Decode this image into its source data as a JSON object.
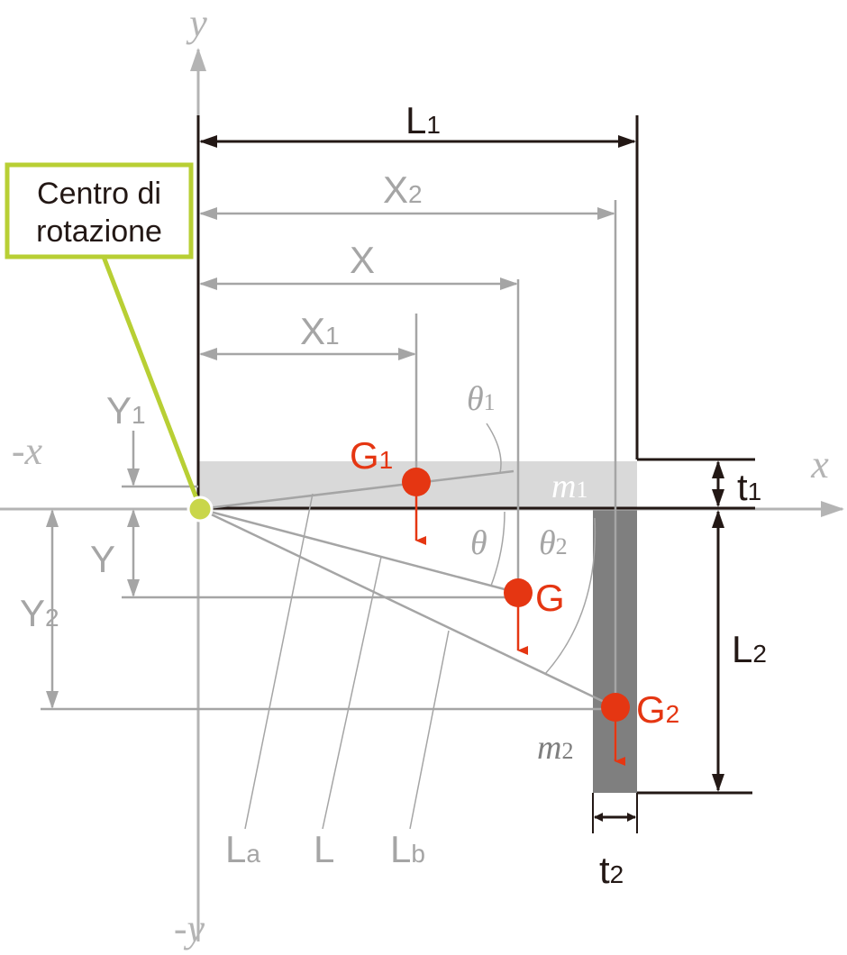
{
  "title_box": {
    "line1": "Centro di",
    "line2": "rotazione"
  },
  "axes": {
    "x": "x",
    "neg_x": "-x",
    "y": "y",
    "neg_y": "-y"
  },
  "dimensions": {
    "L1": {
      "main": "L",
      "sub": "1"
    },
    "X2": {
      "main": "X",
      "sub": "2"
    },
    "X": {
      "main": "X",
      "sub": ""
    },
    "X1": {
      "main": "X",
      "sub": "1"
    },
    "Y1": {
      "main": "Y",
      "sub": "1"
    },
    "Y": {
      "main": "Y",
      "sub": ""
    },
    "Y2": {
      "main": "Y",
      "sub": "2"
    },
    "t1": {
      "main": "t",
      "sub": "1"
    },
    "L2": {
      "main": "L",
      "sub": "2"
    },
    "t2": {
      "main": "t",
      "sub": "2"
    },
    "La": {
      "main": "L",
      "sub": "a"
    },
    "L": {
      "main": "L",
      "sub": ""
    },
    "Lb": {
      "main": "L",
      "sub": "b"
    }
  },
  "centers": {
    "G1": {
      "main": "G",
      "sub": "1"
    },
    "G": {
      "main": "G",
      "sub": ""
    },
    "G2": {
      "main": "G",
      "sub": "2"
    }
  },
  "angles": {
    "theta1": {
      "main": "θ",
      "sub": "1"
    },
    "theta": {
      "main": "θ",
      "sub": ""
    },
    "theta2": {
      "main": "θ",
      "sub": "2"
    }
  },
  "masses": {
    "m1": {
      "main": "m",
      "sub": "1"
    },
    "m2": {
      "main": "m",
      "sub": "2"
    }
  },
  "colors": {
    "red": "#e53612",
    "green": "#b8cf34",
    "pivot": "#c9d64a",
    "gray": "#a5a5a5",
    "light": "#d9d9d9",
    "dark": "#7f7f7f"
  }
}
